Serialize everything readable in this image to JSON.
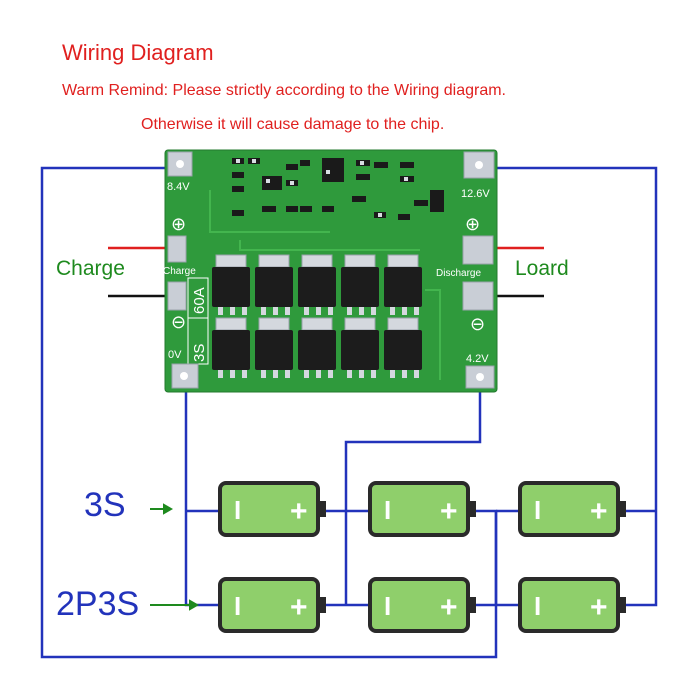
{
  "header": {
    "title": "Wiring Diagram",
    "remind_line1": "Warm Remind: Please strictly according to the Wiring diagram.",
    "remind_line2": "Otherwise it will cause damage to the chip."
  },
  "labels": {
    "charge": "Charge",
    "load": "Loard",
    "config_3s": "3S",
    "config_2p3s": "2P3S"
  },
  "board": {
    "pad_84v": "8.4V",
    "pad_126v": "12.6V",
    "pad_0v": "0V",
    "pad_42v": "4.2V",
    "charge_pad": "Charge",
    "discharge_pad": "Discharge",
    "rating_cells": "3S",
    "rating_current": "60A",
    "plus_symbol": "⊕",
    "minus_symbol": "⊖"
  },
  "battery": {
    "negative": "I",
    "positive": "+"
  },
  "colors": {
    "wire_blue": "#2233bb",
    "wire_red": "#e0201f",
    "wire_black": "#111111",
    "pcb_green": "#2f9a3c",
    "battery_green": "#8fcf6b",
    "title_red": "#e0201f",
    "label_green": "#1e8a1e"
  }
}
